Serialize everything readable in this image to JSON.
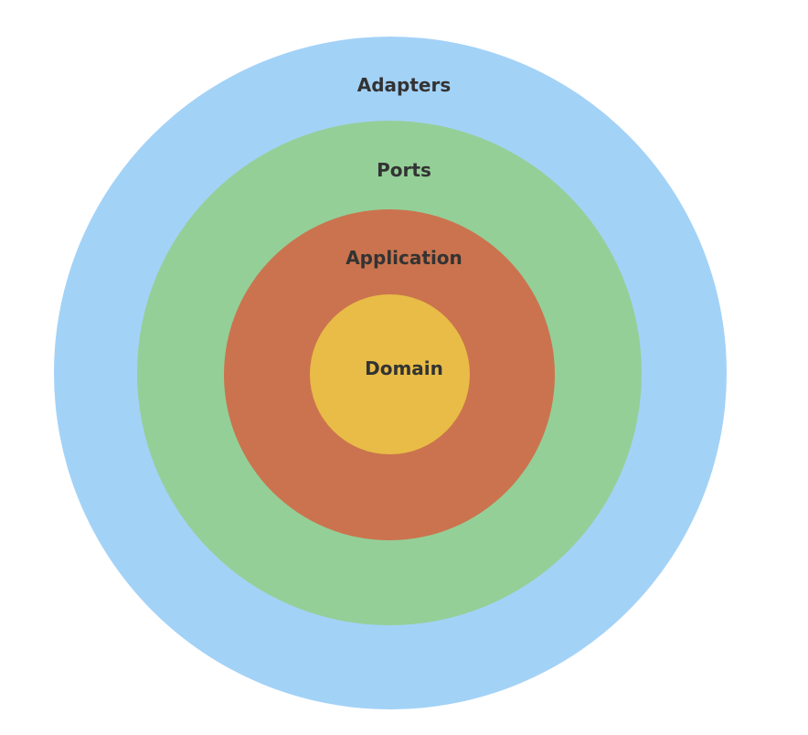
{
  "layers": [
    {
      "key": "adapters",
      "label": "Adapters",
      "color": "#a3d2f7"
    },
    {
      "key": "ports",
      "label": "Ports",
      "color": "#94cf98"
    },
    {
      "key": "application",
      "label": "Application",
      "color": "#cb734e"
    },
    {
      "key": "domain",
      "label": "Domain",
      "color": "#e8bc46"
    }
  ]
}
